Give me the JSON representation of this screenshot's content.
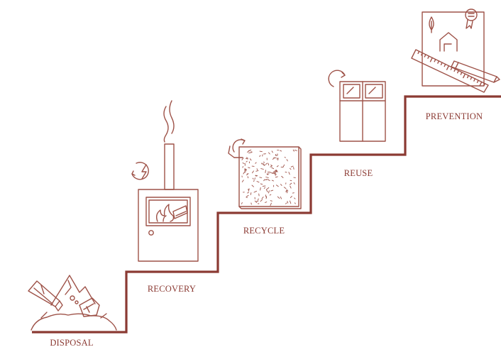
{
  "colors": {
    "primary": "#8b3a33",
    "stroke": "#9e5248",
    "background": "#ffffff"
  },
  "steps": [
    {
      "label": "DISPOSAL",
      "icon": "waste-pile-icon"
    },
    {
      "label": "RECOVERY",
      "icon": "stove-energy-icon"
    },
    {
      "label": "RECYCLE",
      "icon": "particle-board-icon"
    },
    {
      "label": "REUSE",
      "icon": "window-frame-icon"
    },
    {
      "label": "PREVENTION",
      "icon": "design-plan-icon"
    }
  ]
}
